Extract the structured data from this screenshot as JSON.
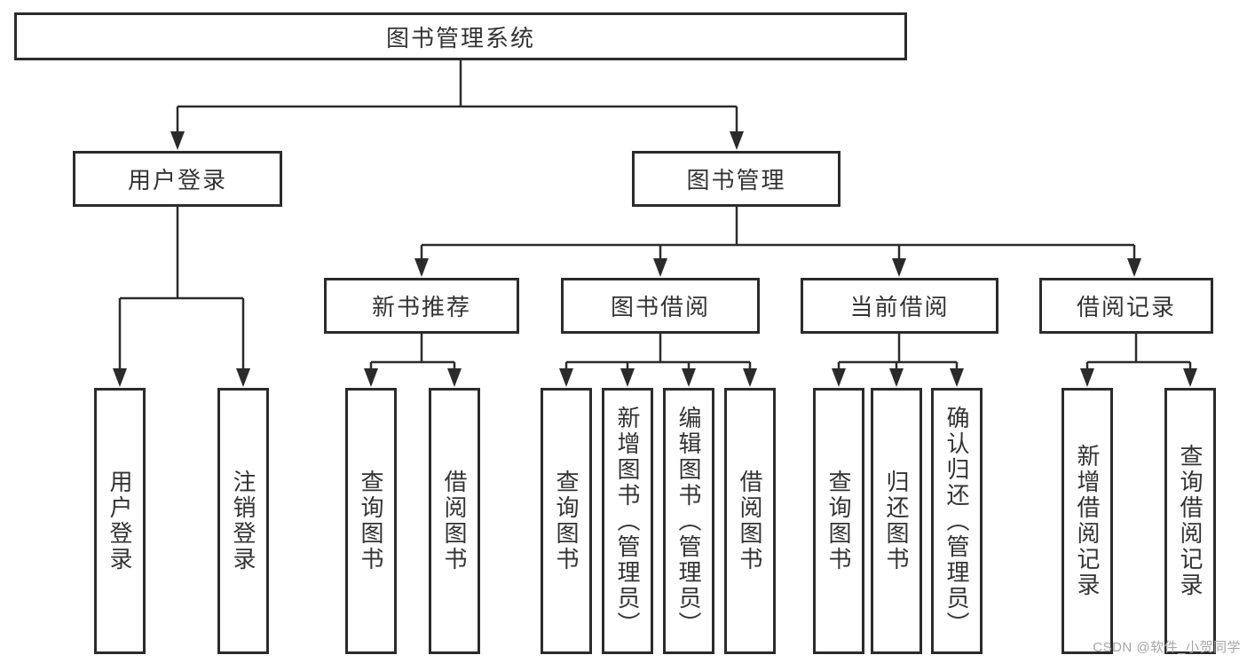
{
  "nodes": {
    "root": "图书管理系统",
    "level2": [
      "用户登录",
      "图书管理"
    ],
    "level3": [
      "新书推荐",
      "图书借阅",
      "当前借阅",
      "借阅记录"
    ],
    "leaves_user": [
      "用户登录",
      "注销登录"
    ],
    "leaves_recommend": [
      "查询图书",
      "借阅图书"
    ],
    "leaves_borrow": [
      "查询图书",
      "新增图书（管理员）",
      "编辑图书（管理员）",
      "借阅图书"
    ],
    "leaves_current": [
      "查询图书",
      "归还图书",
      "确认归还（管理员）"
    ],
    "leaves_records": [
      "新增借阅记录",
      "查询借阅记录"
    ]
  },
  "watermark": "CSDN @软件_小贺同学",
  "colors": {
    "line": "#2b2b2b",
    "text": "#333333",
    "watermark": "#a6a6a6",
    "background": "#ffffff"
  }
}
